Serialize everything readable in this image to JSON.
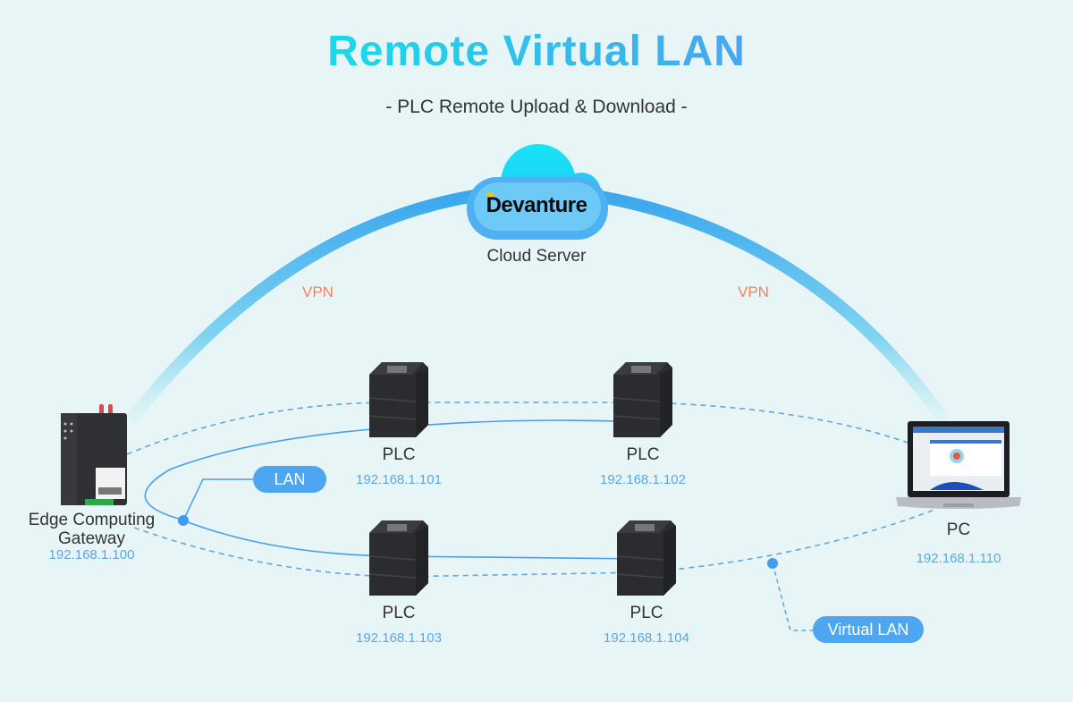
{
  "header": {
    "title": "Remote Virtual LAN",
    "subtitle": "-  PLC Remote Upload & Download  -"
  },
  "cloud": {
    "logo_text": "Devanture",
    "label": "Cloud Server"
  },
  "links": {
    "vpn_left": "VPN",
    "vpn_right": "VPN",
    "lan_tag": "LAN",
    "virtual_lan_tag": "Virtual LAN"
  },
  "devices": {
    "gateway": {
      "label_line1": "Edge Computing",
      "label_line2": "Gateway",
      "ip": "192.168.1.100",
      "icon": "gateway-icon"
    },
    "pc": {
      "label": "PC",
      "ip": "192.168.1.110",
      "icon": "laptop-icon"
    },
    "plcs": [
      {
        "label": "PLC",
        "ip": "192.168.1.101",
        "icon": "plc-icon"
      },
      {
        "label": "PLC",
        "ip": "192.168.1.102",
        "icon": "plc-icon"
      },
      {
        "label": "PLC",
        "ip": "192.168.1.103",
        "icon": "plc-icon"
      },
      {
        "label": "PLC",
        "ip": "192.168.1.104",
        "icon": "plc-icon"
      }
    ]
  },
  "colors": {
    "background": "#e8f5f6",
    "vpn_arc": "#3eacef",
    "lan_line": "#4a9fe8",
    "vpn_text": "#f08360",
    "ip_text": "#5aa7e6",
    "tag_fill": "#4fa6f0"
  }
}
